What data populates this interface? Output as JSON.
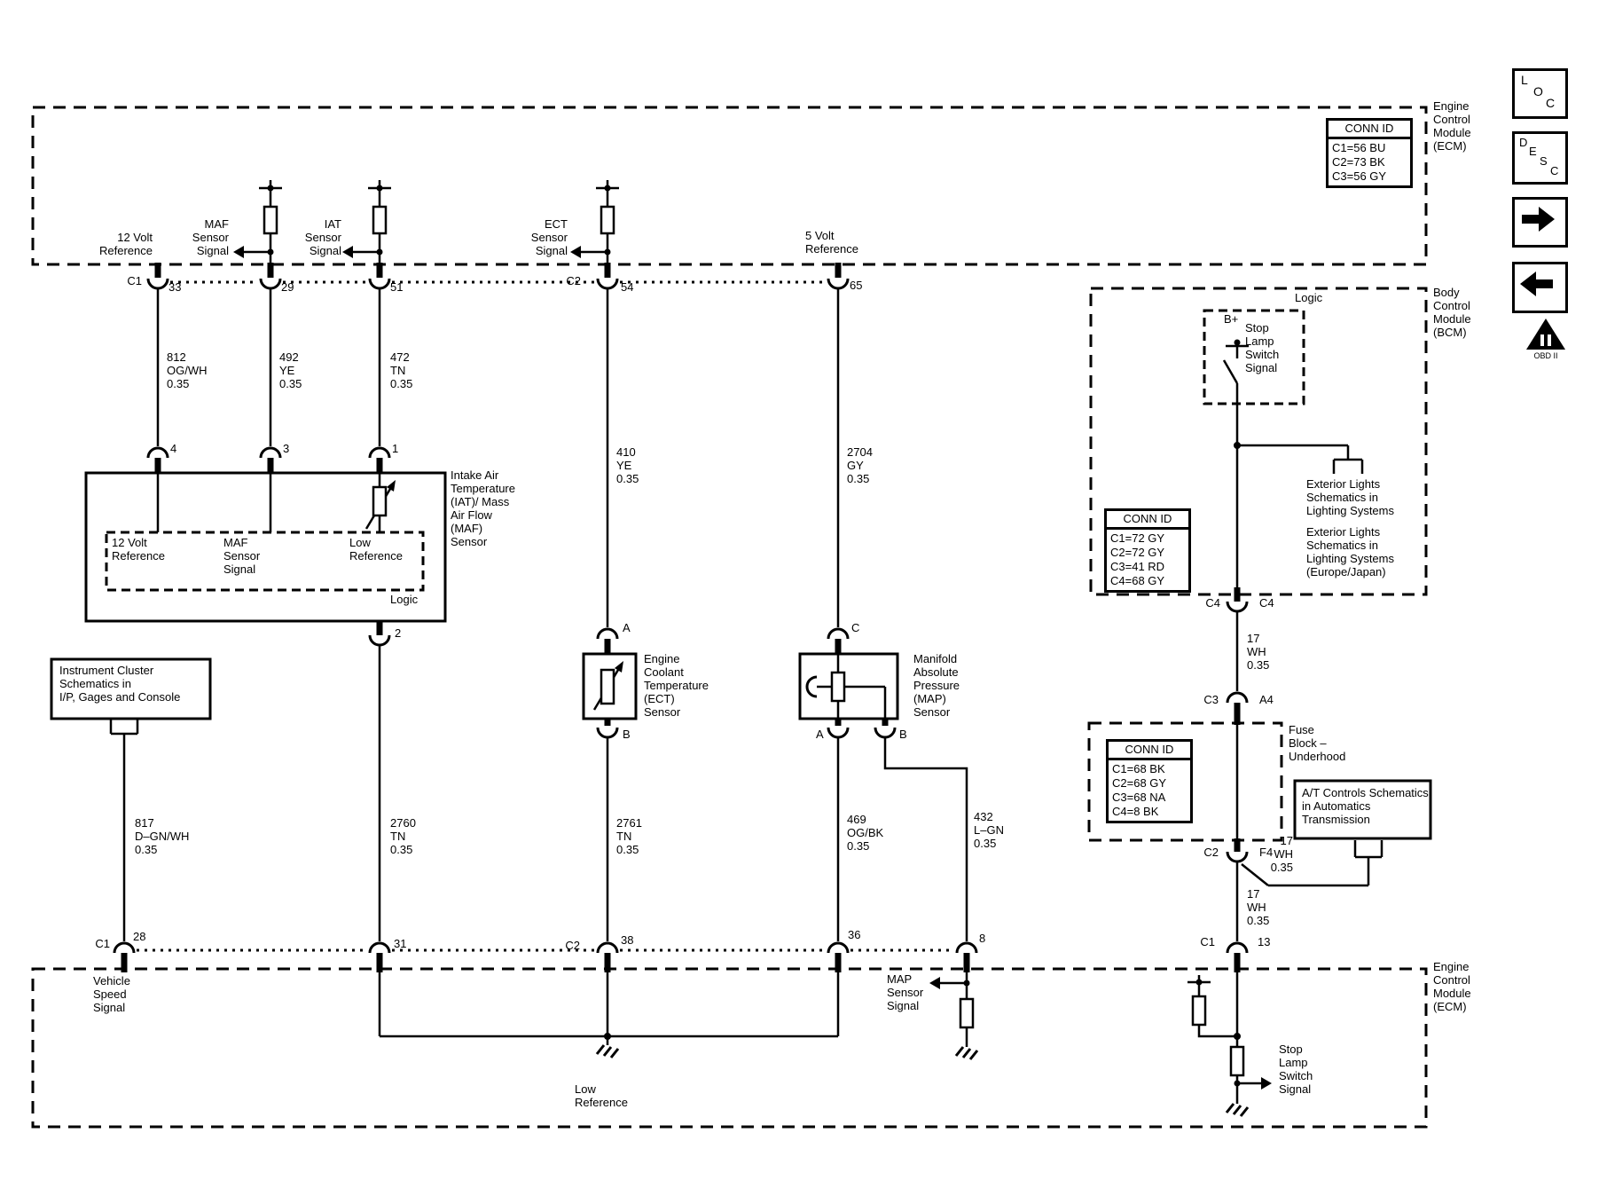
{
  "modules": {
    "ecm_top": {
      "label": "Engine\nControl\nModule\n(ECM)",
      "conn_id": {
        "title": "CONN ID",
        "rows": [
          "C1=56 BU",
          "C2=73 BK",
          "C3=56 GY"
        ]
      }
    },
    "ecm_bottom": {
      "label": "Engine\nControl\nModule\n(ECM)"
    },
    "bcm": {
      "label": "Body\nControl\nModule\n(BCM)",
      "logic": "Logic",
      "conn_id": {
        "title": "CONN ID",
        "rows": [
          "C1=72 GY",
          "C2=72 GY",
          "C3=41 RD",
          "C4=68 GY"
        ]
      }
    },
    "fuse_block": {
      "label": "Fuse\nBlock –\nUnderhood",
      "conn_id": {
        "title": "CONN ID",
        "rows": [
          "C1=68 BK",
          "C2=68 GY",
          "C3=68 NA",
          "C4=8 BK"
        ]
      }
    },
    "iat_maf": {
      "label": "Intake Air\nTemperature\n(IAT)/ Mass\nAir Flow\n(MAF)\nSensor",
      "logic": "Logic",
      "inner_12v": "12 Volt\nReference",
      "inner_maf": "MAF\nSensor\nSignal",
      "inner_low": "Low\nReference"
    },
    "ect": {
      "label": "Engine\nCoolant\nTemperature\n(ECT)\nSensor"
    },
    "map": {
      "label": "Manifold\nAbsolute\nPressure\n(MAP)\nSensor"
    }
  },
  "signals": {
    "ref_12v": "12 Volt\nReference",
    "maf": "MAF\nSensor\nSignal",
    "iat": "IAT\nSensor\nSignal",
    "ect": "ECT\nSensor\nSignal",
    "ref_5v": "5 Volt\nReference",
    "b_plus": "B+",
    "stop_lamp_bcm": "Stop\nLamp\nSwitch\nSignal",
    "vss": "Vehicle\nSpeed\nSignal",
    "low_ref": "Low\nReference",
    "map_signal": "MAP\nSensor\nSignal",
    "stop_lamp_ecm": "Stop\nLamp\nSwitch\nSignal"
  },
  "wires": {
    "w812": "812\nOG/WH\n0.35",
    "w492": "492\nYE\n0.35",
    "w472": "472\nTN\n0.35",
    "w410": "410\nYE\n0.35",
    "w2704": "2704\nGY\n0.35",
    "w817": "817\nD–GN/WH\n0.35",
    "w2760": "2760\nTN\n0.35",
    "w2761": "2761\nTN\n0.35",
    "w469": "469\nOG/BK\n0.35",
    "w432": "432\nL–GN\n0.35",
    "w17_bcm": "17\nWH\n0.35",
    "w17_at": "17\nWH\n0.35",
    "w17_ecm": "17\nWH\n0.35"
  },
  "pins": {
    "c1_top": "C1",
    "p33": "33",
    "p29": "29",
    "p51": "51",
    "c2_top": "C2",
    "p54": "54",
    "p65": "65",
    "p4": "4",
    "p3": "3",
    "p1": "1",
    "p2": "2",
    "ect_a": "A",
    "ect_b": "B",
    "map_c": "C",
    "map_a": "A",
    "map_b": "B",
    "c1_bot": "C1",
    "p28": "28",
    "p31": "31",
    "c2_bot": "C2",
    "p38": "38",
    "p36": "36",
    "p8": "8",
    "c4_left": "C4",
    "c4_right": "C4",
    "c3": "C3",
    "a4": "A4",
    "c2_fuse": "C2",
    "f4": "F4",
    "c1_right": "C1",
    "p13": "13"
  },
  "refs": {
    "instrument_cluster": "Instrument Cluster\nSchematics in\nI/P, Gages and Console",
    "exterior_1": "Exterior Lights\nSchematics in\nLighting Systems",
    "exterior_2": "Exterior Lights\nSchematics in\nLighting Systems\n(Europe/Japan)",
    "at_controls": "A/T Controls Schematics\nin Automatics\nTransmission"
  },
  "toolbar": {
    "loc": [
      "L",
      "O",
      "C"
    ],
    "desc": [
      "D",
      "E",
      "S",
      "C"
    ]
  },
  "obd": {
    "glyph": "II",
    "caption": "OBD II"
  },
  "colors": {
    "ink": "#000000",
    "paper": "#ffffff"
  }
}
